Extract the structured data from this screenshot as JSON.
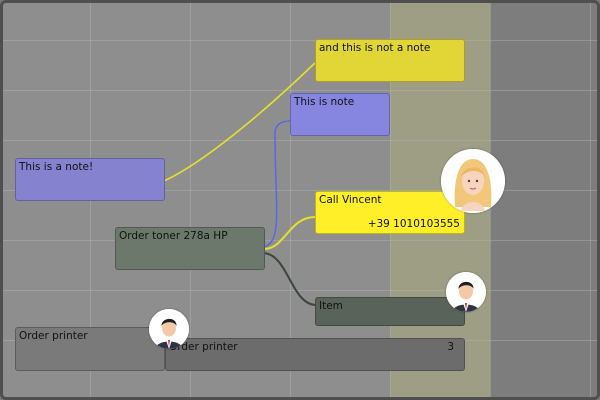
{
  "colors": {
    "canvas": "#8e8e8e",
    "highlight_column": "#9e9e84",
    "note_blue": "#8686e0",
    "note_purple": "#8583d0",
    "note_yellow": "#e2d636",
    "call_yellow": "#ffef29",
    "task_green": "#6c786c",
    "item_dark": "#5a635a",
    "task_grey": "#7a7a7a",
    "task_dark_grey": "#6c6c6c",
    "link_yellow": "#e8e028",
    "link_blue": "#5a6ae0",
    "link_dark": "#3d463d"
  },
  "nodes": {
    "note_main": {
      "text": "This is a note!"
    },
    "not_note": {
      "text": "and this is not a note"
    },
    "this_is_note": {
      "text": "This is note"
    },
    "call_vincent": {
      "text": "Call Vincent",
      "phone": "+39 1010103555"
    },
    "order_toner": {
      "text": "Order toner 278a HP"
    },
    "item": {
      "text": "Item"
    },
    "order_printer_1": {
      "text": "Order printer"
    },
    "order_printer_2": {
      "text": "Order printer",
      "count": "3"
    }
  },
  "avatars": {
    "woman": "female-user-avatar",
    "man_1": "male-user-avatar",
    "man_2": "male-user-avatar"
  }
}
